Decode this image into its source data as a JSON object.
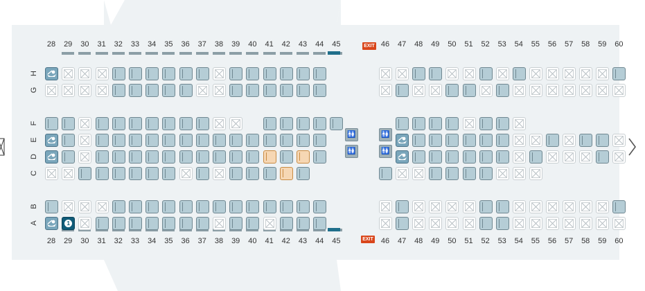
{
  "rows": [
    "28",
    "29",
    "30",
    "31",
    "32",
    "33",
    "34",
    "35",
    "36",
    "37",
    "38",
    "39",
    "40",
    "41",
    "42",
    "43",
    "44",
    "45",
    "46",
    "47",
    "48",
    "49",
    "50",
    "51",
    "52",
    "53",
    "54",
    "55",
    "56",
    "57",
    "58",
    "59",
    "60"
  ],
  "letters": [
    "H",
    "G",
    "F",
    "E",
    "D",
    "C",
    "B",
    "A"
  ],
  "exit_label": "EXIT",
  "selected_seat_number": "1",
  "lavatory_symbol": "🚻",
  "colors": {
    "available": "#b5cdd6",
    "premium": "#f6d7b4",
    "occupied": "#ffffff",
    "selected": "#0f5b78",
    "exit": "#d9461b",
    "background": "#eef2f4"
  },
  "icons": {
    "bassinet": "bassinet-icon",
    "occupied": "unavailable-seat-icon",
    "next": "chevron-right-icon",
    "prev": "chevron-left-icon",
    "lavatory": "lavatory-icon"
  }
}
